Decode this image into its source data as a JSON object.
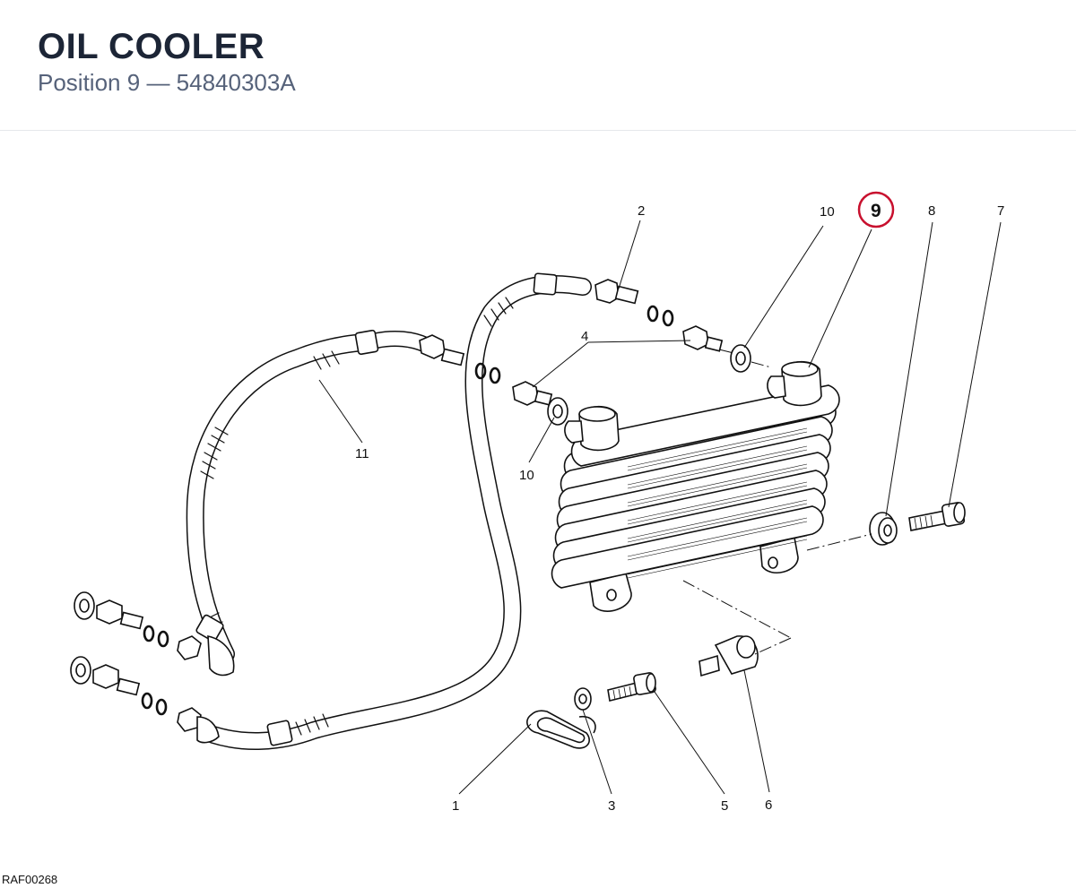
{
  "header": {
    "title": "OIL COOLER",
    "subtitle_prefix": "Position",
    "position": "9",
    "separator": "—",
    "part_number": "54840303A"
  },
  "diagram": {
    "drawing_code": "RAF00268",
    "highlight_color": "#c8102e",
    "highlighted_callout": "9",
    "callouts": [
      {
        "id": "c1",
        "label": "1"
      },
      {
        "id": "c2",
        "label": "2"
      },
      {
        "id": "c3",
        "label": "3"
      },
      {
        "id": "c4",
        "label": "4"
      },
      {
        "id": "c5",
        "label": "5"
      },
      {
        "id": "c6",
        "label": "6"
      },
      {
        "id": "c7",
        "label": "7"
      },
      {
        "id": "c8",
        "label": "8"
      },
      {
        "id": "c9",
        "label": "9"
      },
      {
        "id": "c10a",
        "label": "10"
      },
      {
        "id": "c10b",
        "label": "10"
      },
      {
        "id": "c11",
        "label": "11"
      }
    ]
  }
}
